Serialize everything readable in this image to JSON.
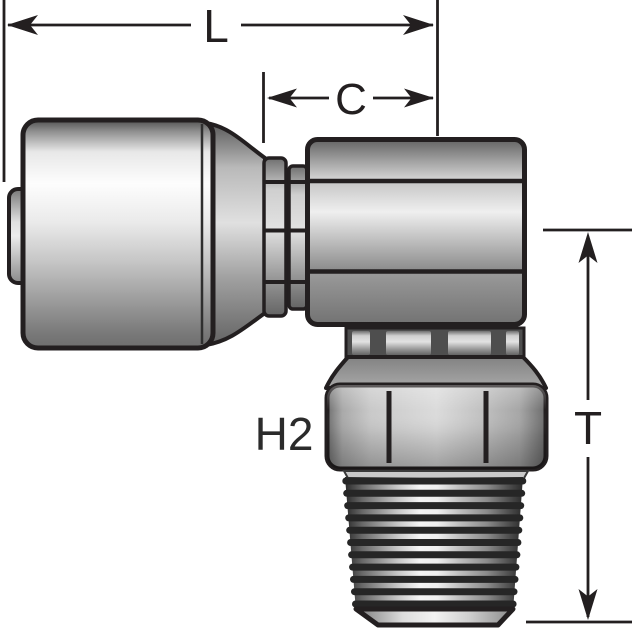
{
  "colors": {
    "background": "#ffffff",
    "outline": "#231f20",
    "label_text": "#231f20",
    "metal_light": "#f2f2f2",
    "metal_dark": "#6e6e6e"
  },
  "dimensions": {
    "length": {
      "label": "L",
      "orientation": "horizontal"
    },
    "cutoff": {
      "label": "C",
      "orientation": "horizontal"
    },
    "thread": {
      "label": "T",
      "orientation": "vertical"
    }
  },
  "part_label": "H2"
}
